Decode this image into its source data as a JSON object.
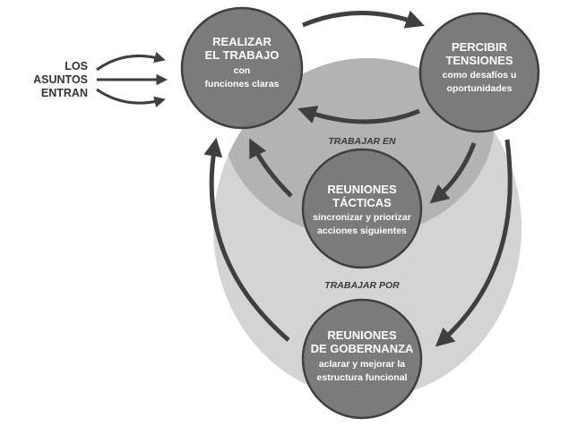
{
  "input_label": [
    "LOS",
    "ASUNTOS",
    "ENTRAN"
  ],
  "nodes": {
    "do_work": {
      "title": [
        "REALIZAR",
        "EL TRABAJO"
      ],
      "sub": [
        "con",
        "funciones claras"
      ]
    },
    "sense_tensions": {
      "title": [
        "PERCIBIR",
        "TENSIONES"
      ],
      "sub": [
        "como desafíos u",
        "oportunidades"
      ]
    },
    "tactical": {
      "title": [
        "REUNIONES",
        "TÁCTICAS"
      ],
      "sub": [
        "sincronizar y priorizar",
        "acciones siguientes"
      ]
    },
    "governance": {
      "title": [
        "REUNIONES",
        "DE GOBERNANZA"
      ],
      "sub": [
        "aclarar y mejorar la",
        "estructura funcional"
      ]
    }
  },
  "loops": {
    "inner": "TRABAJAR EN",
    "outer": "TRABAJAR POR"
  },
  "colors": {
    "outer_fill": "#d4d4d4",
    "inner_fill": "#b3b3b3",
    "node_fill": "#7b7b7b",
    "stroke": "#3f3f3f"
  }
}
